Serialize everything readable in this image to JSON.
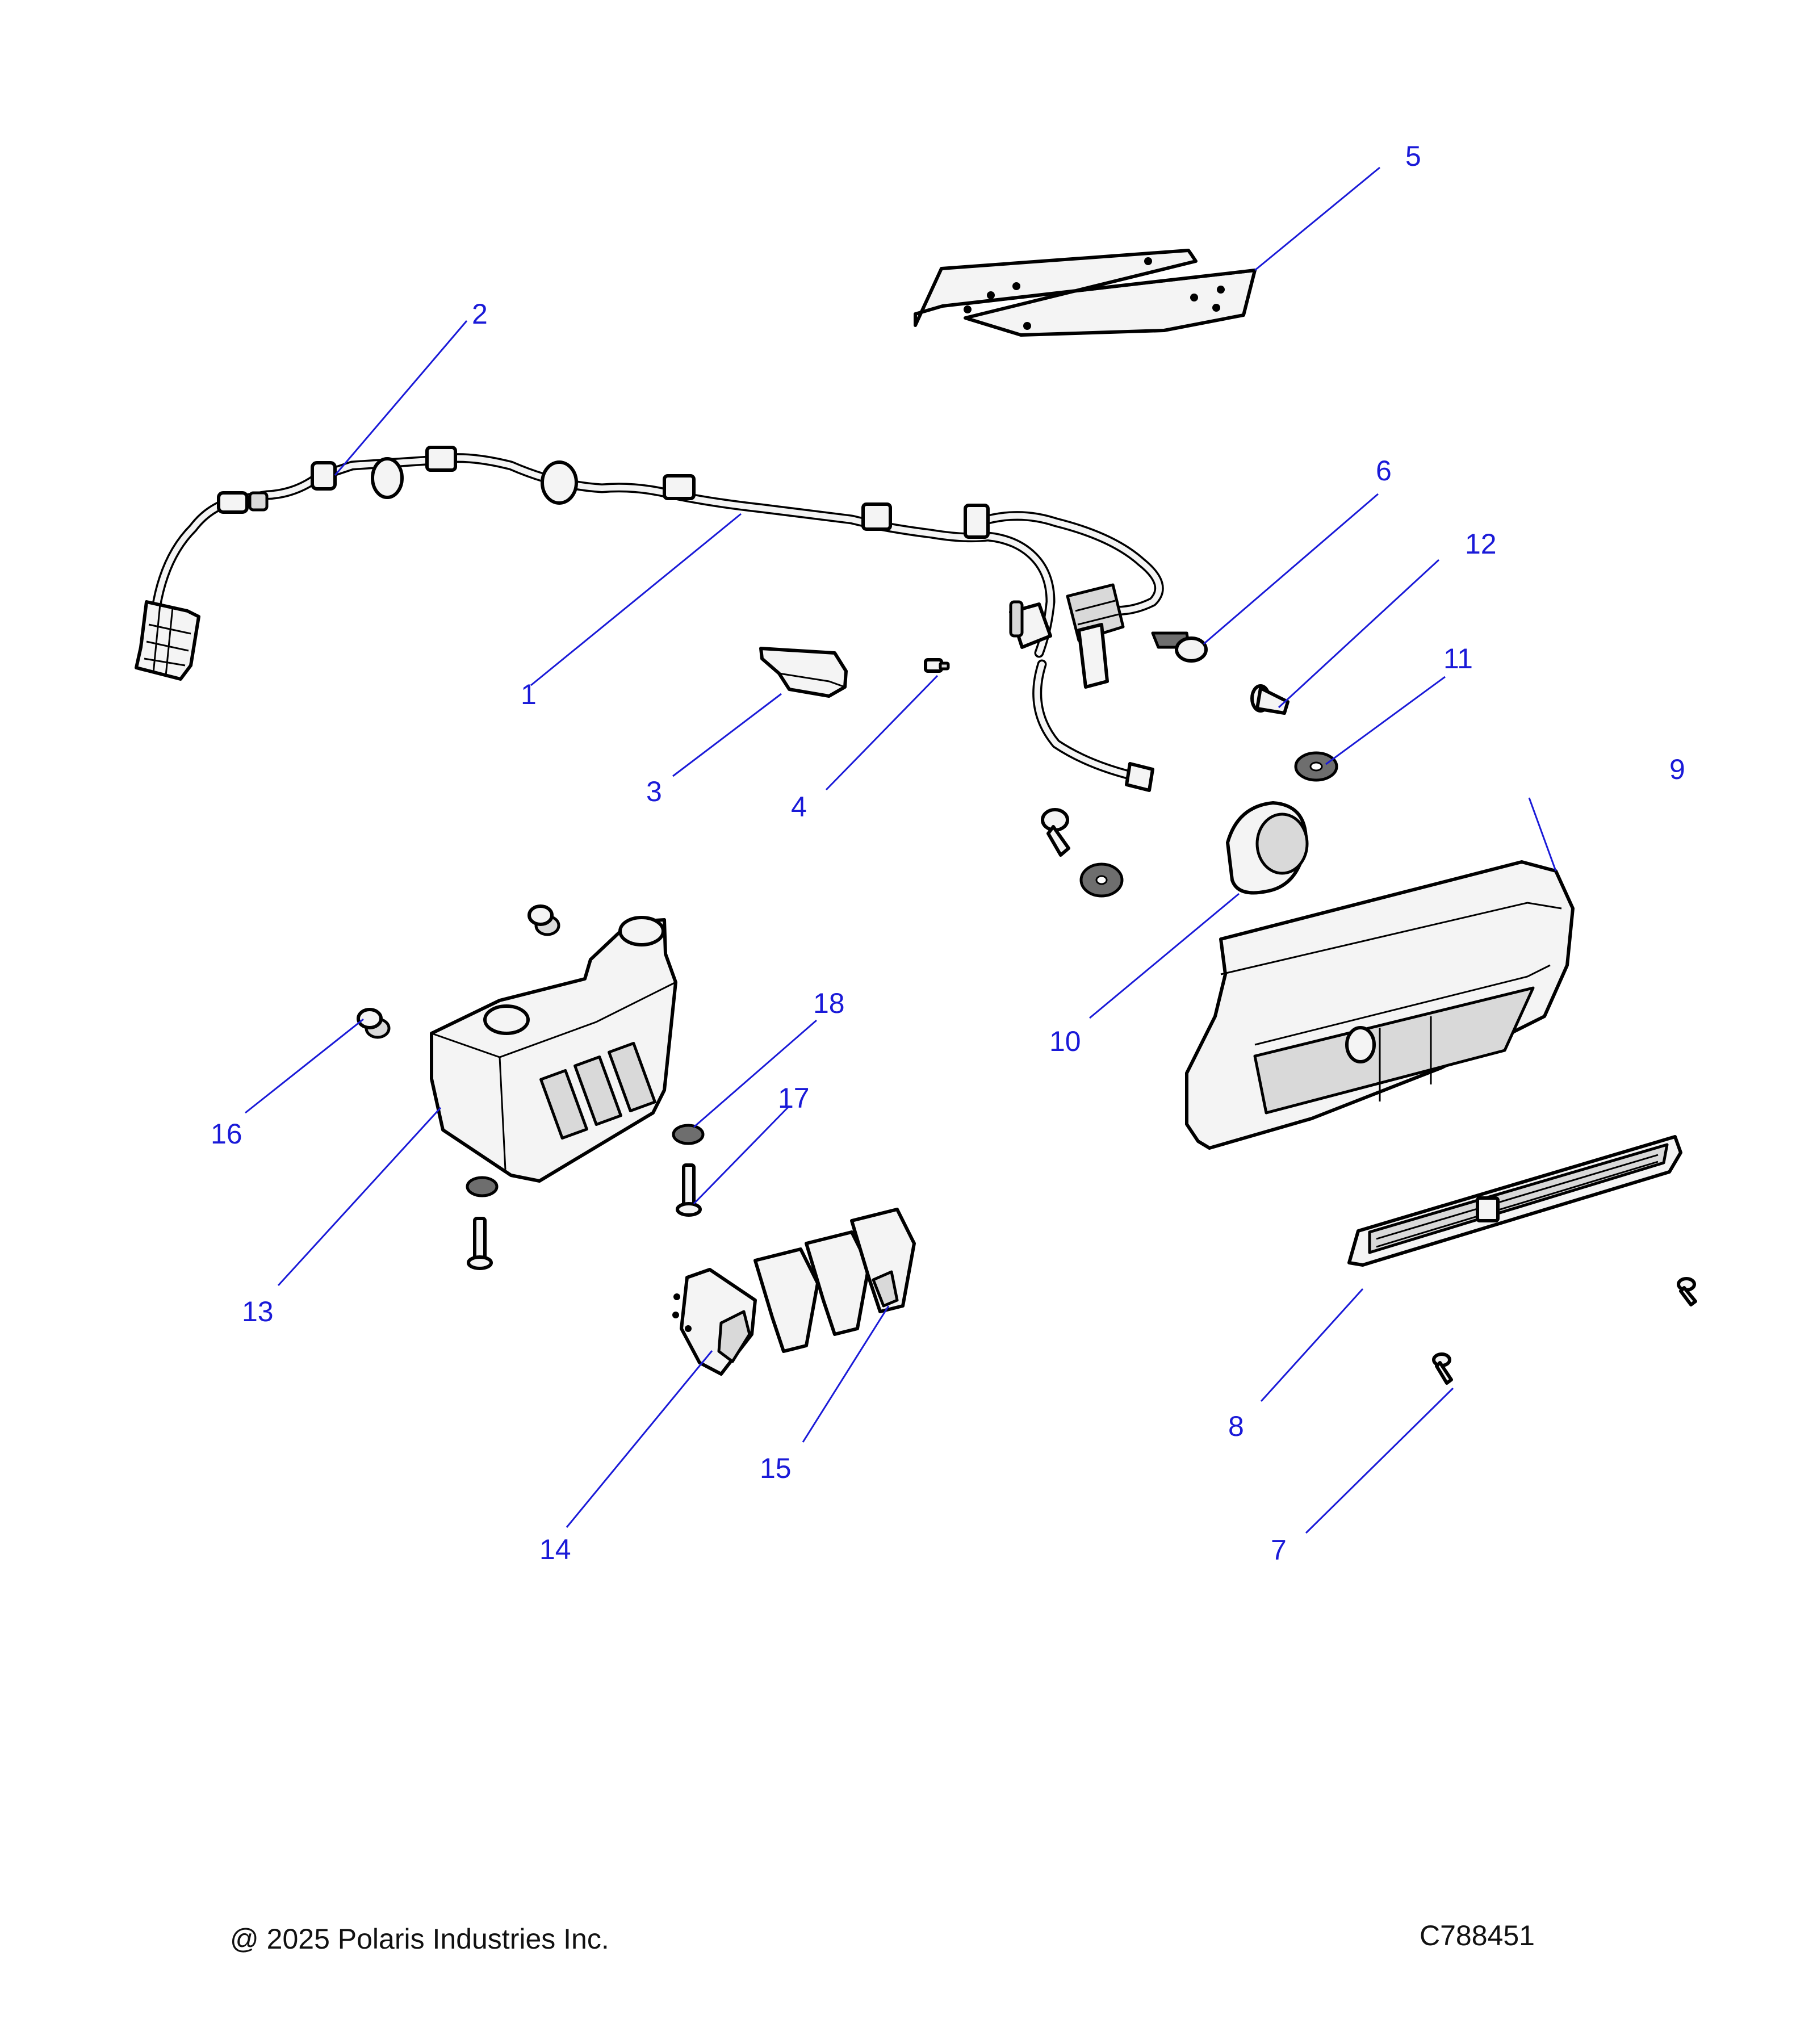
{
  "callouts": [
    "1",
    "2",
    "3",
    "4",
    "5",
    "6",
    "7",
    "8",
    "9",
    "10",
    "11",
    "12",
    "13",
    "14",
    "15",
    "16",
    "17",
    "18"
  ],
  "footer": {
    "copyright": "@ 2025 Polaris Industries Inc.",
    "figure_id": "C788451"
  },
  "colors": {
    "callout": "#1a1ad8",
    "linework": "#000000",
    "part_fill": "#f4f4f4"
  }
}
